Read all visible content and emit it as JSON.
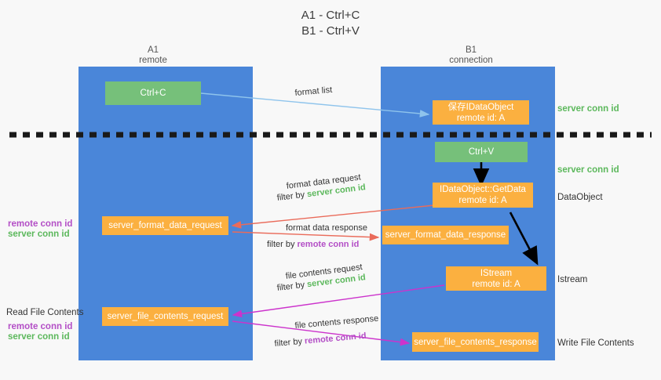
{
  "title": {
    "line1": "A1 - Ctrl+C",
    "line2": "B1 - Ctrl+V"
  },
  "columns": [
    {
      "name": "A1",
      "role": "remote"
    },
    {
      "name": "B1",
      "role": "connection"
    }
  ],
  "colors": {
    "lane": "#4a86d9",
    "orange_box": "#fbb040",
    "green_box": "#76c07a",
    "server_conn_id": "#5cb85c",
    "remote_conn_id": "#b34ec6",
    "arrow_format_list": "#8fc4ec",
    "arrow_format_data": "#ea6b5a",
    "arrow_file_contents": "#cc33cc",
    "arrow_black": "#000000",
    "divider": "#1a1a1a",
    "background": "#f8f8f8"
  },
  "boxes": {
    "ctrl_c": {
      "label": "Ctrl+C",
      "style": "green"
    },
    "save_idataobject": {
      "label": "保存IDataObject",
      "sub": "remote id: A",
      "style": "orange"
    },
    "ctrl_v": {
      "label": "Ctrl+V",
      "style": "green"
    },
    "getdata": {
      "label": "IDataObject::GetData",
      "sub": "remote id: A",
      "style": "orange"
    },
    "server_format_data_request": {
      "label": "server_format_data_request",
      "style": "orange"
    },
    "server_format_data_response": {
      "label": "server_format_data_response",
      "style": "orange"
    },
    "istream": {
      "label": "IStream",
      "sub": "remote id: A",
      "style": "orange"
    },
    "server_file_contents_request": {
      "label": "server_file_contents_request",
      "style": "orange"
    },
    "server_file_contents_response": {
      "label": "server_file_contents_response",
      "style": "orange"
    }
  },
  "right_labels": {
    "server_conn_id_1": "server conn id",
    "server_conn_id_2": "server conn id",
    "dataobject": "DataObject",
    "istream": "Istream",
    "write_file_contents": "Write File Contents"
  },
  "left_labels": {
    "remote_conn_id_1": "remote conn id",
    "server_conn_id_1": "server conn id",
    "read_file_contents": "Read File Contents",
    "remote_conn_id_2": "remote conn id",
    "server_conn_id_2": "server conn id"
  },
  "mid_labels": {
    "format_list": "format list",
    "format_data_request": "format data request",
    "format_data_request_filter_prefix": "filter by ",
    "format_data_request_filter_value": "server conn id",
    "format_data_response": "format data response",
    "format_data_response_filter_prefix": "filter by ",
    "format_data_response_filter_value": "remote conn id",
    "file_contents_request": "file contents request",
    "file_contents_request_filter_prefix": "filter by ",
    "file_contents_request_filter_value": "server conn id",
    "file_contents_response": "file contents response",
    "file_contents_response_filter_prefix": "filter by ",
    "file_contents_response_filter_value": "remote conn id"
  }
}
